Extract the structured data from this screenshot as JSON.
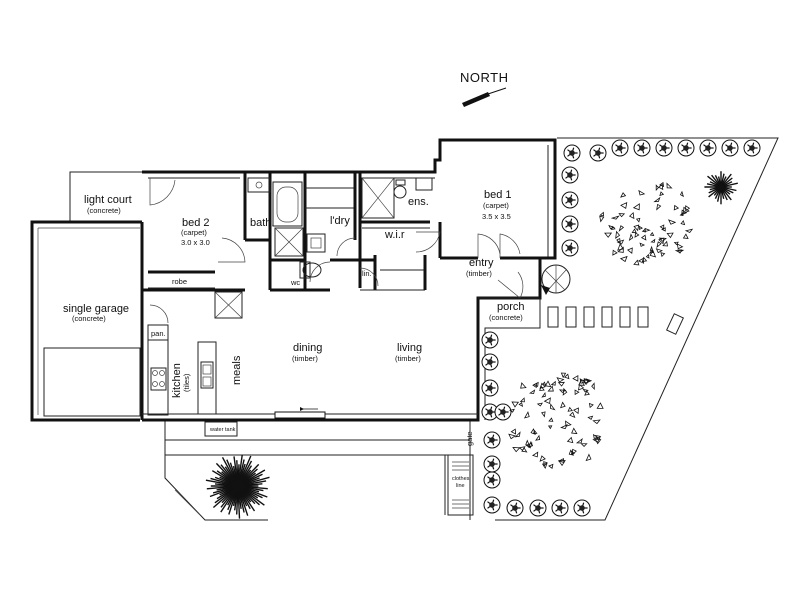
{
  "compass": {
    "label": "NORTH"
  },
  "rooms": {
    "light_court": {
      "name": "light court",
      "finish": "(concrete)"
    },
    "bed2": {
      "name": "bed 2",
      "finish": "(carpet)",
      "size": "3.0 x 3.0"
    },
    "robe": {
      "name": "robe"
    },
    "bath": {
      "name": "bath."
    },
    "wc": {
      "name": "wc"
    },
    "laundry": {
      "name": "l'dry"
    },
    "ens": {
      "name": "ens."
    },
    "wir": {
      "name": "w.i.r"
    },
    "linen": {
      "name": "lin."
    },
    "bed1": {
      "name": "bed 1",
      "finish": "(carpet)",
      "size": "3.5 x 3.5"
    },
    "entry": {
      "name": "entry",
      "finish": "(timber)"
    },
    "porch": {
      "name": "porch",
      "finish": "(concrete)"
    },
    "garage": {
      "name": "single garage",
      "finish": "(concrete)"
    },
    "pantry": {
      "name": "pan."
    },
    "kitchen": {
      "name": "kitchen",
      "finish": "(tiles)"
    },
    "meals": {
      "name": "meals"
    },
    "dining": {
      "name": "dining",
      "finish": "(timber)"
    },
    "living": {
      "name": "living",
      "finish": "(timber)"
    }
  },
  "site": {
    "water_tank": "water tank",
    "gate": "gate",
    "clothes_line": {
      "line1": "clothes",
      "line2": "line"
    }
  }
}
